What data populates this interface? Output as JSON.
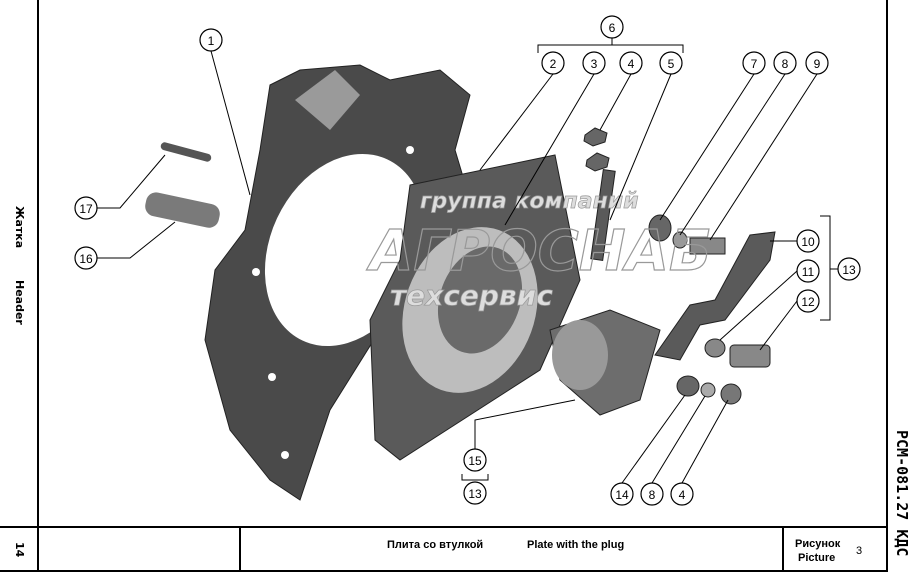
{
  "side": {
    "ru": "Жатка",
    "en": "Header"
  },
  "page_number": "14",
  "title": {
    "ru": "Плита со втулкой",
    "en": "Plate with the plug"
  },
  "figure": {
    "label_ru": "Рисунок",
    "label_en": "Picture",
    "number": "3"
  },
  "doc_code": "РСМ-081.27 КДС",
  "watermark": {
    "top": "группа компаний",
    "main": "АГРОСНАБ",
    "bottom": "техсервис"
  },
  "callouts": [
    {
      "id": "c1",
      "label": "1"
    },
    {
      "id": "c2",
      "label": "2"
    },
    {
      "id": "c3",
      "label": "3"
    },
    {
      "id": "c4",
      "label": "4"
    },
    {
      "id": "c5",
      "label": "5"
    },
    {
      "id": "c6",
      "label": "6"
    },
    {
      "id": "c7",
      "label": "7"
    },
    {
      "id": "c8",
      "label": "8"
    },
    {
      "id": "c9",
      "label": "9"
    },
    {
      "id": "c10",
      "label": "10"
    },
    {
      "id": "c11",
      "label": "11"
    },
    {
      "id": "c12",
      "label": "12"
    },
    {
      "id": "c13",
      "label": "13"
    },
    {
      "id": "c17",
      "label": "17"
    },
    {
      "id": "c16",
      "label": "16"
    },
    {
      "id": "c15",
      "label": "15"
    },
    {
      "id": "c13b",
      "label": "13"
    },
    {
      "id": "c14",
      "label": "14"
    },
    {
      "id": "c8b",
      "label": "8"
    },
    {
      "id": "c4b",
      "label": "4"
    }
  ],
  "colors": {
    "part": "#4a4a4a",
    "part_light": "#8a8a8a",
    "line": "#000000"
  }
}
